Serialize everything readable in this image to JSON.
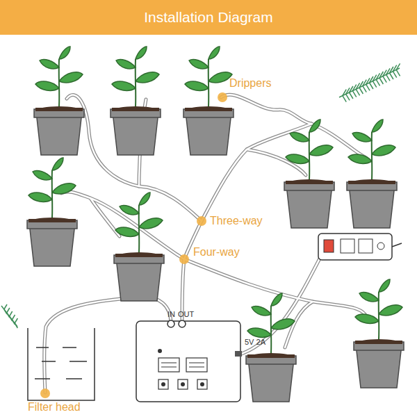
{
  "diagram": {
    "title": "Installation Diagram",
    "labels": [
      "Drippers",
      "Three-way",
      "Four-way",
      "IN",
      "OUT",
      "5V 2A",
      "Filter head"
    ]
  }
}
